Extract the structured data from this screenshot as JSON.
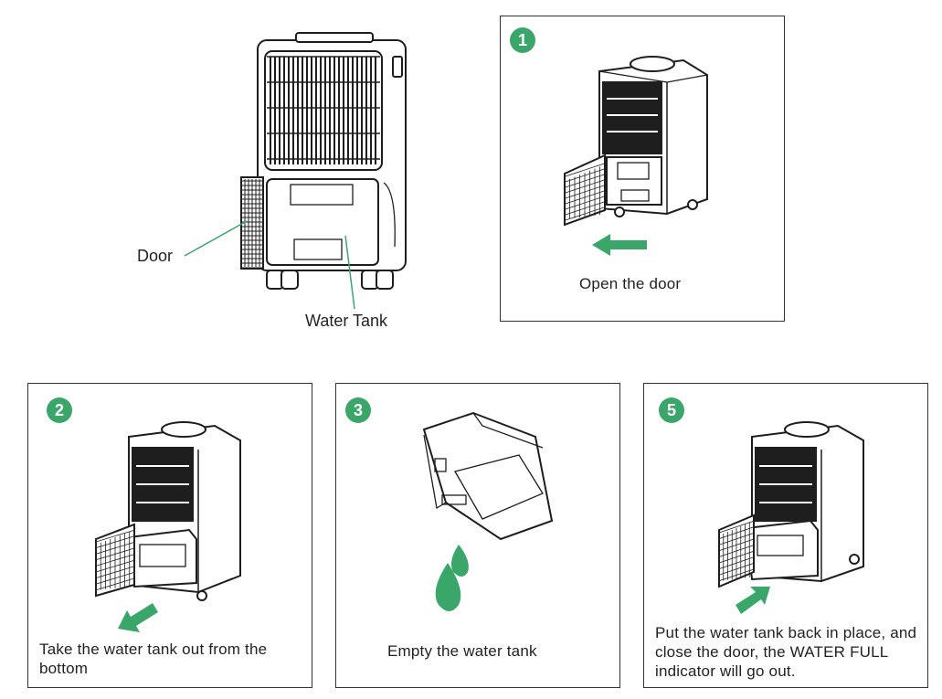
{
  "colors": {
    "accent": "#3aa66a",
    "border": "#333333",
    "text": "#222222"
  },
  "overview": {
    "door_label": "Door",
    "tank_label": "Water Tank"
  },
  "steps": [
    {
      "number": "1",
      "caption": "Open the door",
      "arrow": "arrow-left-icon"
    },
    {
      "number": "2",
      "caption": "Take the water tank out from the bottom",
      "arrow": "arrow-down-left-icon"
    },
    {
      "number": "3",
      "caption": "Empty the water tank",
      "arrow": "water-drop-icon"
    },
    {
      "number": "5",
      "caption": "Put the water tank back in place, and close the door, the WATER FULL indicator will go out.",
      "arrow": "arrow-up-right-icon"
    }
  ]
}
